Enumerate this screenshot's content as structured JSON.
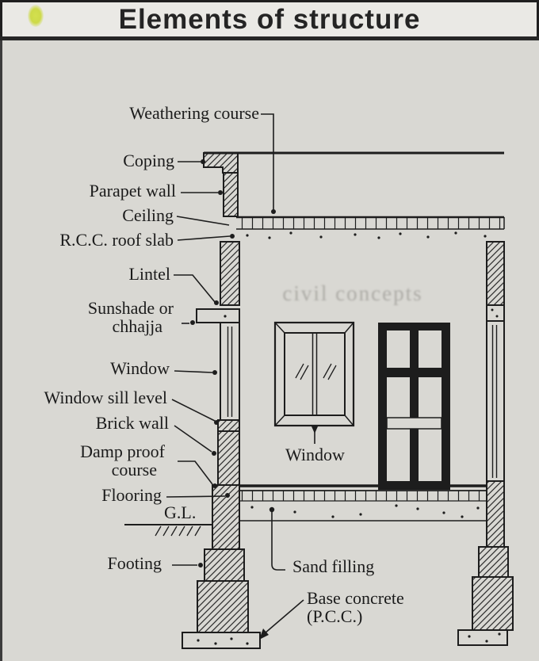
{
  "title": "Elements of structure",
  "watermark": "civil concepts",
  "labels": {
    "weathering_course": "Weathering course",
    "coping": "Coping",
    "parapet_wall": "Parapet wall",
    "ceiling": "Ceiling",
    "rcc_roof_slab": "R.C.C. roof slab",
    "lintel": "Lintel",
    "sunshade_line1": "Sunshade or",
    "sunshade_line2": "chhajja",
    "window_wall": "Window",
    "window_sill_level": "Window sill level",
    "brick_wall": "Brick wall",
    "damp_proof_line1": "Damp proof",
    "damp_proof_line2": "course",
    "flooring": "Flooring",
    "ground_level": "G.L.",
    "footing": "Footing",
    "window_elevation": "Window",
    "sand_filling": "Sand filling",
    "base_concrete_line1": "Base concrete",
    "base_concrete_line2": "(P.C.C.)"
  },
  "colors": {
    "page_background": "#d9d8d3",
    "titlebar_background": "#eae9e5",
    "ink": "#1d1d1d",
    "marker_accent": "#cdda49",
    "watermark_gray": "#8a8984"
  }
}
